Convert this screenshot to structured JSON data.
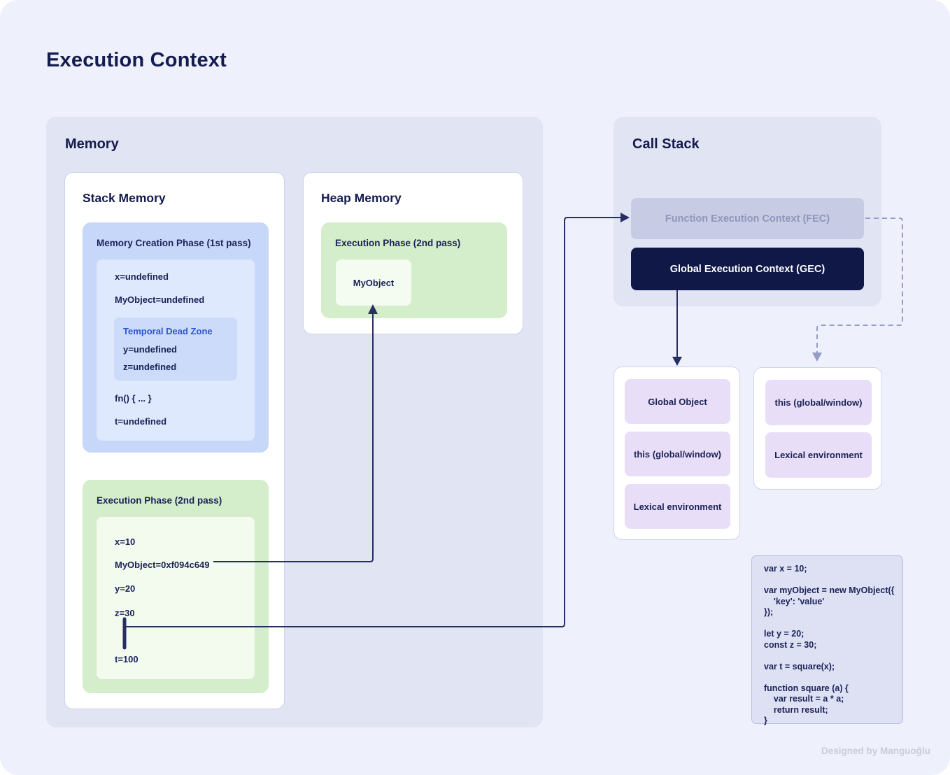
{
  "page": {
    "title": "Execution Context",
    "credit": "Designed by Manguoğlu"
  },
  "memory": {
    "title": "Memory",
    "stack": {
      "title": "Stack Memory",
      "creation_phase": {
        "title": "Memory Creation Phase (1st pass)",
        "items": [
          "x=undefined",
          "MyObject=undefined"
        ],
        "tdz": {
          "title": "Temporal Dead Zone",
          "items": [
            "y=undefined",
            "z=undefined"
          ]
        },
        "items_after": [
          "fn() { ... }",
          "t=undefined"
        ]
      },
      "execution_phase": {
        "title": "Execution Phase (2nd pass)",
        "items": [
          "x=10",
          "MyObject=0xf094c649",
          "y=20",
          "z=30",
          "t=100"
        ]
      }
    },
    "heap": {
      "title": "Heap Memory",
      "execution_phase": {
        "title": "Execution Phase (2nd pass)",
        "object_label": "MyObject"
      }
    }
  },
  "call_stack": {
    "title": "Call Stack",
    "fec_label": "Function Execution Context (FEC)",
    "gec_label": "Global Execution Context (GEC)"
  },
  "gec_detail": {
    "items": [
      "Global Object",
      "this (global/window)",
      "Lexical environment"
    ]
  },
  "fec_detail": {
    "items": [
      "this (global/window)",
      "Lexical environment"
    ]
  },
  "code": {
    "text": "var x = 10;\n\nvar myObject = new MyObject({\n    'key': 'value'\n});\n\nlet y = 20;\nconst z = 30;\n\nvar t = square(x);\n\nfunction square (a) {\n    var result = a * a;\n    return result;\n}"
  },
  "colors": {
    "page_bg": "#eef0fb",
    "panel_bg": "#e1e4f3",
    "blue_card": "#c7d7f9",
    "blue_inner": "#dfe9fd",
    "tdz_bg": "#cbdbf9",
    "tdz_title": "#2f55cf",
    "green_card": "#d4edca",
    "green_inner": "#f3fbef",
    "purple_box": "#e9def8",
    "fec_bg": "#c7cbe3",
    "fec_text": "#9096bc",
    "gec_bg": "#101848",
    "navy_text": "#161d52",
    "arrow": "#272e60",
    "dashed_arrow": "#959dc7"
  }
}
